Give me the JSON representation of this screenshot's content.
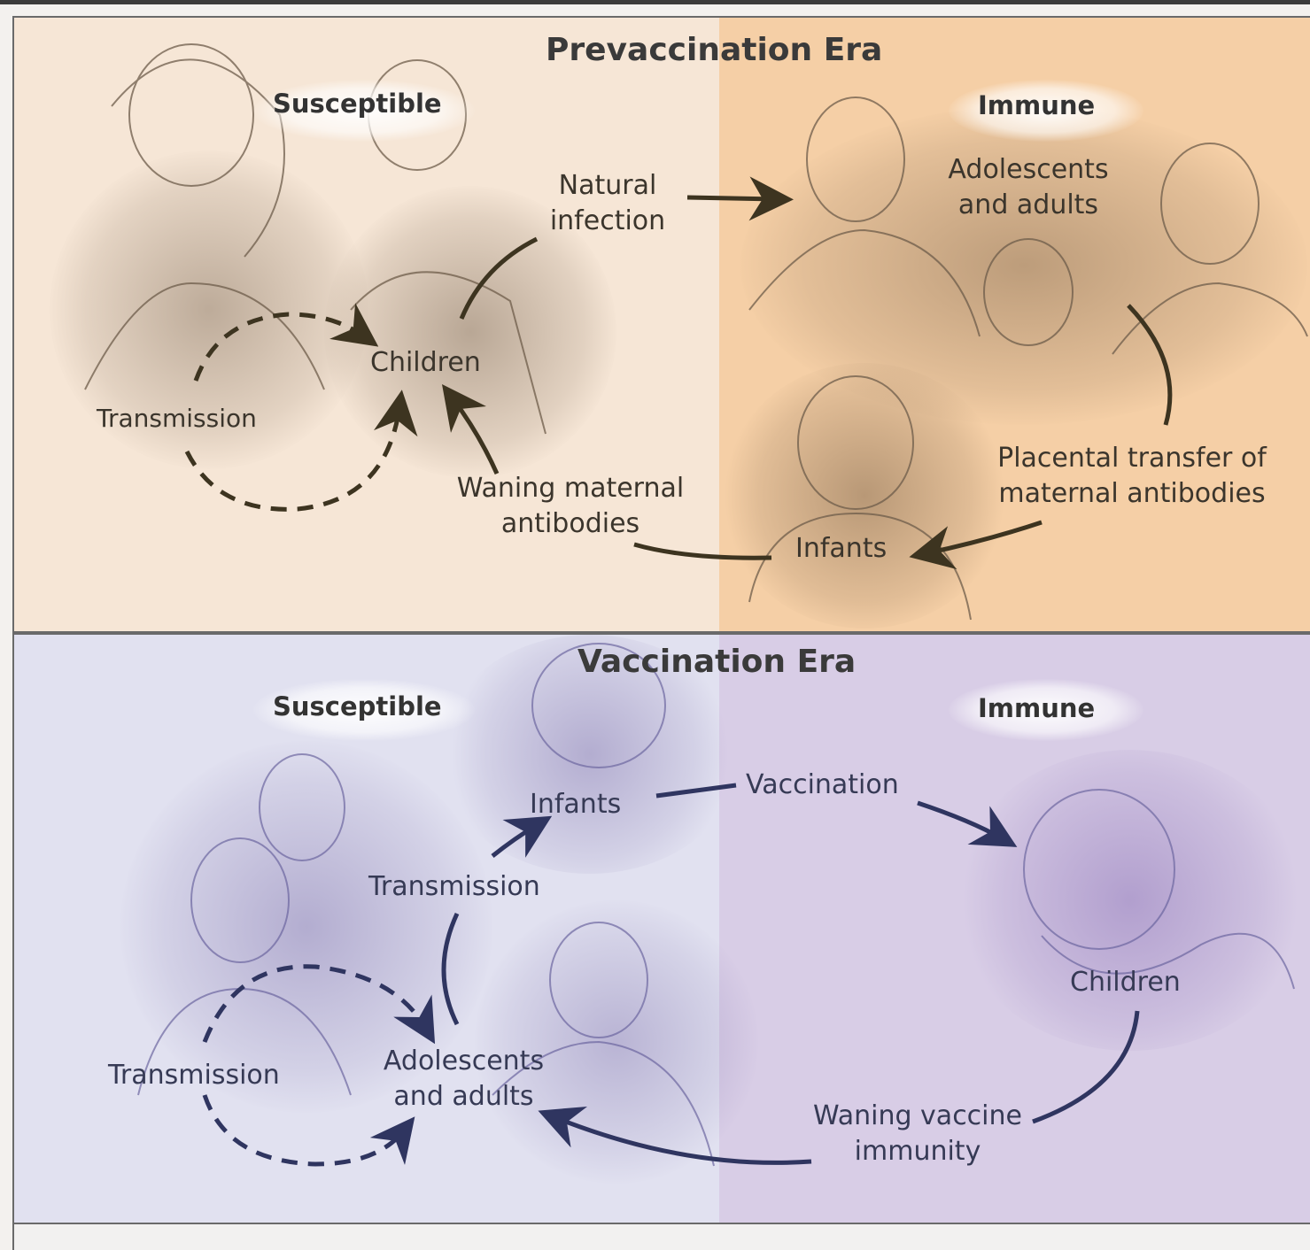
{
  "prevaccination": {
    "title": "Prevaccination Era",
    "susceptible_heading": "Susceptible",
    "immune_heading": "Immune",
    "labels": {
      "natural_infection_1": "Natural",
      "natural_infection_2": "infection",
      "adolescents_adults_1": "Adolescents",
      "adolescents_adults_2": "and adults",
      "children": "Children",
      "transmission": "Transmission",
      "waning_maternal_1": "Waning maternal",
      "waning_maternal_2": "antibodies",
      "placental_1": "Placental transfer of",
      "placental_2": "maternal antibodies",
      "infants": "Infants"
    },
    "colors": {
      "susceptible_bg": "#f6e6d6",
      "immune_bg": "#f5cfa6",
      "arrow": "#3d3420"
    }
  },
  "vaccination": {
    "title": "Vaccination Era",
    "susceptible_heading": "Susceptible",
    "immune_heading": "Immune",
    "labels": {
      "infants": "Infants",
      "vaccination": "Vaccination",
      "transmission_upper": "Transmission",
      "transmission_lower": "Transmission",
      "adolescents_adults_1": "Adolescents",
      "adolescents_adults_2": "and adults",
      "children": "Children",
      "waning_vaccine_1": "Waning vaccine",
      "waning_vaccine_2": "immunity"
    },
    "colors": {
      "susceptible_bg": "#e1e1f0",
      "immune_bg": "#d8cde6",
      "arrow": "#2f3560"
    }
  }
}
